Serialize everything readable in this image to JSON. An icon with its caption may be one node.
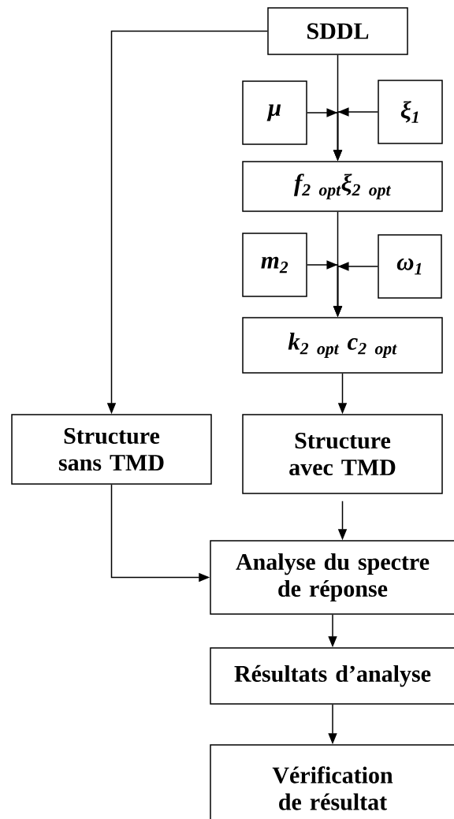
{
  "diagram": {
    "nodes": [
      {
        "text": [
          "SDDL"
        ]
      },
      {
        "text": [
          "μ"
        ]
      },
      {
        "text": [
          "ξ$_{1}$"
        ]
      },
      {
        "text": [
          "f$_{2 opt}$ξ$_{2 opt}$"
        ]
      },
      {
        "text": [
          "m$_{2}$"
        ]
      },
      {
        "text": [
          "ω$_{1}$"
        ]
      },
      {
        "text": [
          "k$_{2 opt}$  c$_{2 opt}$"
        ]
      },
      {
        "text": [
          "Structure sans TMD"
        ]
      },
      {
        "text": [
          "Structure avec TMD"
        ]
      },
      {
        "text": [
          "Analyse du spectre de réponse"
        ]
      },
      {
        "text": [
          "Résultats d’analyse"
        ]
      },
      {
        "text": [
          "Vérification de résultat"
        ]
      }
    ],
    "edges": [
      {
        "from": 0,
        "to": 3,
        "arrow": "to"
      },
      {
        "from": 1,
        "to": 3,
        "arrow": "to"
      },
      {
        "from": 2,
        "to": 3,
        "arrow": "to"
      },
      {
        "from": 3,
        "to": 6,
        "arrow": "to"
      },
      {
        "from": 4,
        "to": 6,
        "arrow": "to"
      },
      {
        "from": 5,
        "to": 6,
        "arrow": "to"
      },
      {
        "from": 6,
        "to": 8,
        "arrow": "to"
      },
      {
        "from": 0,
        "to": 7,
        "arrow": "to"
      },
      {
        "from": 8,
        "to": 9,
        "arrow": "to"
      },
      {
        "from": 7,
        "to": 9,
        "arrow": "to"
      },
      {
        "from": 9,
        "to": 10,
        "arrow": "to"
      },
      {
        "from": 10,
        "to": 11,
        "arrow": "to"
      }
    ]
  }
}
